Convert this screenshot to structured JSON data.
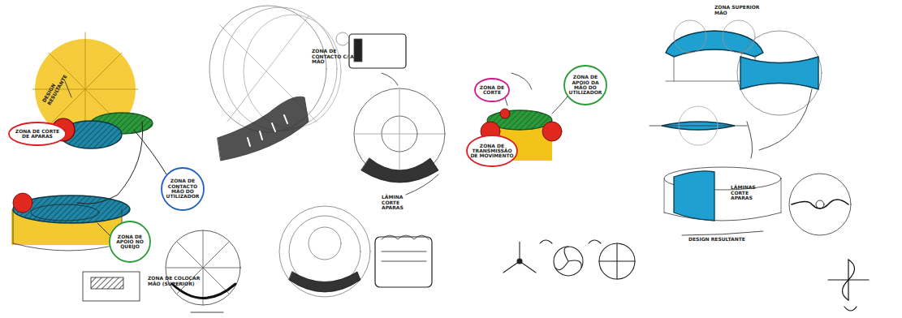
{
  "diagram": {
    "nodes": [
      {
        "text": [
          "ZONA DE CORTE DE APARAS"
        ]
      },
      {
        "text": [
          "ZONA DE CONTACTO MÃO DO UTILIZADOR"
        ]
      },
      {
        "text": [
          "ZONA DE APOIO NO QUEIJO"
        ]
      },
      {
        "text": [
          "ZONA DE CORTE"
        ]
      },
      {
        "text": [
          "ZONA DE APOIO DA MÃO DO UTILIZADOR"
        ]
      },
      {
        "text": [
          "ZONA DE TRANSMISSÃO DE MOVIMENTO"
        ]
      }
    ],
    "labels": [
      "DESIGN RESULTANTE",
      "ZONA DE COLOCAR MÃO (SUPERIOR)",
      "ZONA DE CONTACTO C/ A MÃO",
      "LÂMINA CORTE APARAS",
      "ZONA SUPERIOR MÃO",
      "LÂMINAS CORTE APARAS",
      "DESIGN RESULTANTE"
    ]
  }
}
